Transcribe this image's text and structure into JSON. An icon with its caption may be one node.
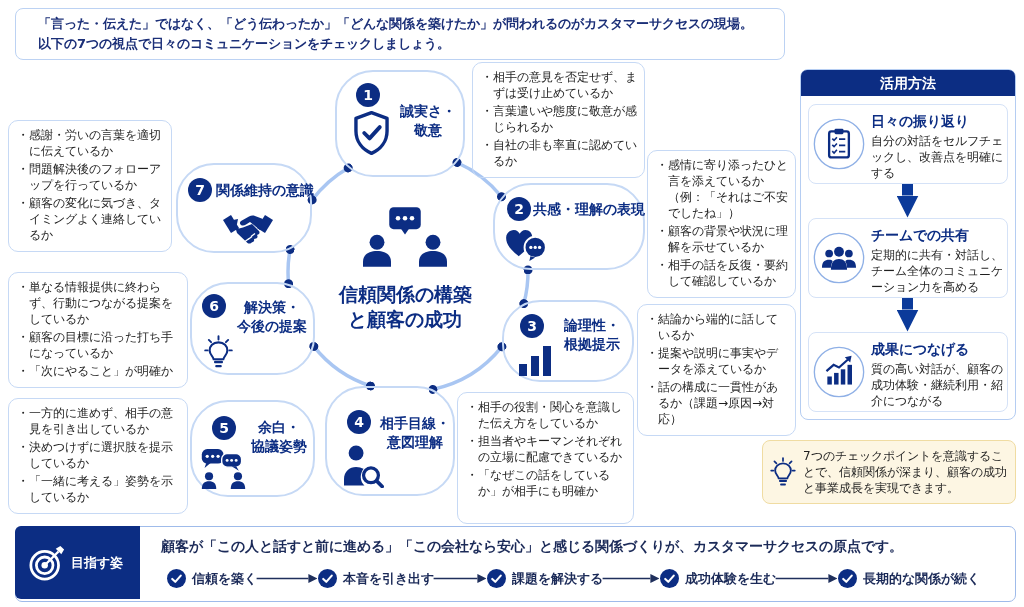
{
  "diagram": {
    "nodes": [
      {
        "text": [
          "「言った・伝えた」ではなく、「どう伝わったか」「どんな関係を築けたか」が問われるのがカスタマーサクセスの現場。以下の7つの視点で日々のコミュニケーションをチェックしましょう。"
        ]
      },
      {
        "text": [
          "信頼関係の構築と顧客の成功"
        ]
      },
      {
        "text": [
          "1",
          "誠実さ・敬意"
        ]
      },
      {
        "text": [
          "2",
          "共感・理解の表現"
        ]
      },
      {
        "text": [
          "3",
          "論理性・根拠提示"
        ]
      },
      {
        "text": [
          "4",
          "相手目線・意図理解"
        ]
      },
      {
        "text": [
          "5",
          "余白・協議姿勢"
        ]
      },
      {
        "text": [
          "6",
          "解決策・今後の提案"
        ]
      },
      {
        "text": [
          "7",
          "関係維持の意識"
        ]
      },
      {
        "text": [
          "・相手の意見を否定せず、まずは受け止めているか",
          "・言葉遣いや態度に敬意が感じられるか",
          "・自社の非も率直に認めているか"
        ]
      },
      {
        "text": [
          "・感情に寄り添ったひと言を添えているか（例：「それはご不安でしたね」）",
          "・顧客の背景や状況に理解を示せているか",
          "・相手の話を反復・要約して確認しているか"
        ]
      },
      {
        "text": [
          "・結論から端的に話しているか",
          "・提案や説明に事実やデータを添えているか",
          "・話の構成に一貫性があるか（課題→原因→対応）"
        ]
      },
      {
        "text": [
          "・相手の役割・関心を意識した伝え方をしているか",
          "・担当者やキーマンそれぞれの立場に配慮できているか",
          "・「なぜこの話をしているか」が相手にも明確か"
        ]
      },
      {
        "text": [
          "・一方的に進めず、相手の意見を引き出しているか",
          "・決めつけずに選択肢を提示しているか",
          "・「一緒に考える」姿勢を示しているか"
        ]
      },
      {
        "text": [
          "・単なる情報提供に終わらず、行動につながる提案をしているか",
          "・顧客の目標に沿った打ち手になっているか",
          "・「次にやること」が明確か"
        ]
      },
      {
        "text": [
          "・感謝・労いの言葉を適切に伝えているか",
          "・問題解決後のフォローアップを行っているか",
          "・顧客の変化に気づき、タイミングよく連絡しているか"
        ]
      },
      {
        "text": [
          "活用方法"
        ]
      },
      {
        "text": [
          "日々の振り返り",
          "自分の対話をセルフチェックし、改善点を明確にする"
        ],
        "in": 16
      },
      {
        "text": [
          "チームでの共有",
          "定期的に共有・対話し、チーム全体のコミュニケーション力を高める"
        ],
        "in": 16
      },
      {
        "text": [
          "成果につなげる",
          "質の高い対話が、顧客の成功体験・継続利用・紹介につながる"
        ],
        "in": 16
      },
      {
        "text": [
          "7つのチェックポイントを意識することで、信頼関係が深まり、顧客の成功と事業成長を実現できます。"
        ]
      },
      {
        "text": [
          "顧客が「この人と話すと前に進める」「この会社なら安心」と感じる関係づくりが、カスタマーサクセスの原点です。"
        ]
      },
      {
        "text": [
          "目指す姿"
        ],
        "in": 21
      },
      {
        "text": [
          "信頼を築く"
        ],
        "in": 21
      },
      {
        "text": [
          "本音を引き出す"
        ],
        "in": 21
      },
      {
        "text": [
          "課題を解決する"
        ],
        "in": 21
      },
      {
        "text": [
          "成功体験を生む"
        ],
        "in": 21
      },
      {
        "text": [
          "長期的な関係が続く"
        ],
        "in": 21
      }
    ],
    "edges": [
      {
        "from": 2,
        "to": 3,
        "arrow": "other",
        "color": "#a9c6f2"
      },
      {
        "from": 3,
        "to": 4,
        "arrow": "other",
        "color": "#a9c6f2"
      },
      {
        "from": 4,
        "to": 5,
        "arrow": "other",
        "color": "#a9c6f2"
      },
      {
        "from": 5,
        "to": 7,
        "arrow": "other",
        "color": "#a9c6f2"
      },
      {
        "from": 7,
        "to": 8,
        "arrow": "other",
        "color": "#a9c6f2"
      },
      {
        "from": 8,
        "to": 2,
        "arrow": "other",
        "color": "#a9c6f2"
      },
      {
        "from": 17,
        "to": 18,
        "arrow": "to",
        "style": "thick",
        "color": "#0b3a9a"
      },
      {
        "from": 18,
        "to": 19,
        "arrow": "to",
        "style": "thick",
        "color": "#0b3a9a"
      },
      {
        "from": 23,
        "to": 24,
        "arrow": "to",
        "color": "#1f2f5c"
      },
      {
        "from": 24,
        "to": 25,
        "arrow": "to",
        "color": "#1f2f5c"
      },
      {
        "from": 25,
        "to": 26,
        "arrow": "to",
        "color": "#1f2f5c"
      },
      {
        "from": 26,
        "to": 27,
        "arrow": "to",
        "color": "#1f2f5c"
      }
    ]
  }
}
